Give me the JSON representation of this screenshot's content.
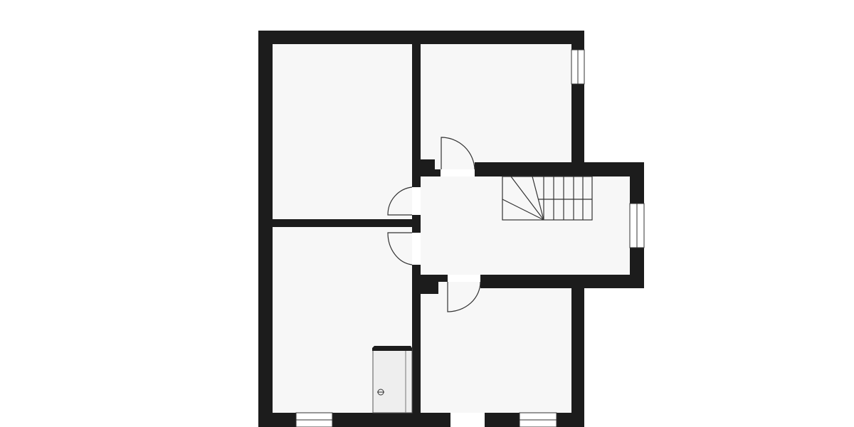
{
  "plan": {
    "colors": {
      "background": "#ffffff",
      "floor": "#f7f7f7",
      "wall": "#1c1c1c",
      "line": "#333333",
      "window": "#ffffff",
      "wardrobe": "#eeeeee"
    },
    "rooms": [
      "top-left-room",
      "top-right-room",
      "hallway",
      "bottom-left-room",
      "bottom-right-room"
    ],
    "fixtures": [
      "staircase",
      "wardrobe",
      "window",
      "window",
      "window",
      "window",
      "door",
      "door",
      "door",
      "door"
    ]
  }
}
